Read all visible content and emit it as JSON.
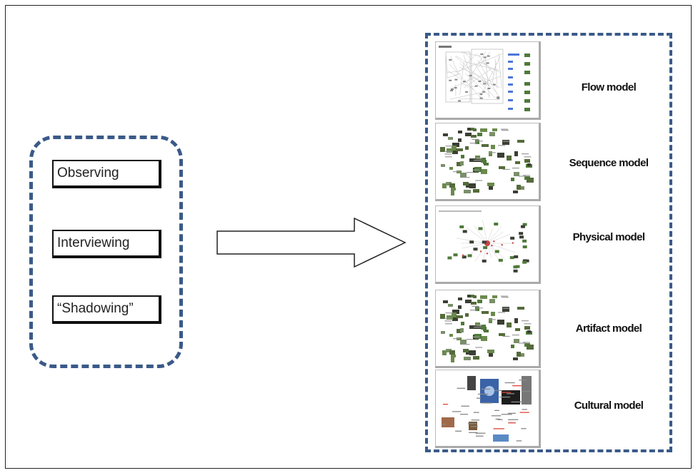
{
  "methods": [
    {
      "label": "Observing"
    },
    {
      "label": "Interviewing"
    },
    {
      "label": "“Shadowing”"
    }
  ],
  "models": [
    {
      "label": "Flow model",
      "thumb_kind": "flow"
    },
    {
      "label": "Sequence model",
      "thumb_kind": "collage"
    },
    {
      "label": "Physical model",
      "thumb_kind": "network"
    },
    {
      "label": "Artifact model",
      "thumb_kind": "collage"
    },
    {
      "label": "Cultural model",
      "thumb_kind": "cultural"
    }
  ],
  "colors": {
    "dash_border": "#3a5a88",
    "photo_green": "#4f7a3a",
    "photo_dark": "#3b3f34",
    "accent_blue": "#4b77d9"
  }
}
